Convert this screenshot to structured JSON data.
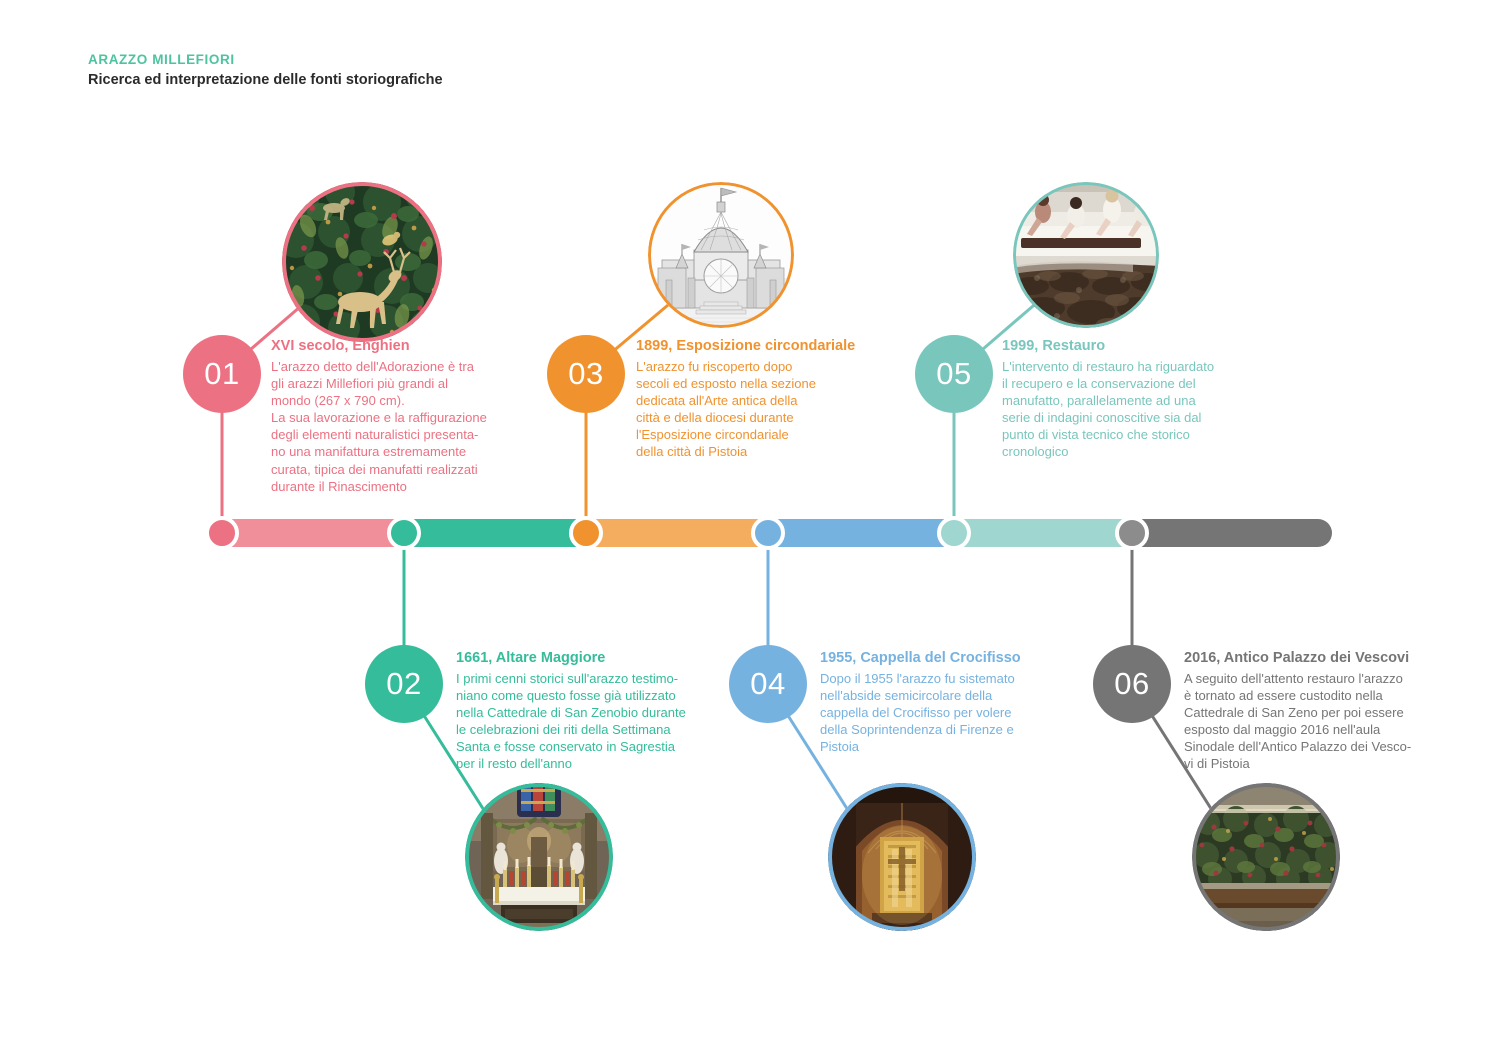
{
  "header": {
    "kicker": "ARAZZO MILLEFIORI",
    "title": "Ricerca ed interpretazione delle fonti storiografiche"
  },
  "colors": {
    "pink": "#EC7182",
    "pink_light": "#F08E99",
    "green": "#34BC9B",
    "green_light": "#6FCBB4",
    "orange": "#F0922E",
    "orange_light": "#F4AC5F",
    "blue": "#76B2E0",
    "blue_light": "#95C3E8",
    "teal": "#79C6BD",
    "teal_light": "#9FD6D0",
    "gray": "#757575",
    "gray_light": "#8C8C8C",
    "kicker_teal": "#4EC3A0",
    "title_dark": "#2B2B2B"
  },
  "timeline": {
    "segments": [
      {
        "name": "segment-01",
        "color": "#F08E99"
      },
      {
        "name": "segment-02",
        "color": "#34BC9B"
      },
      {
        "name": "segment-03",
        "color": "#F4AC5F"
      },
      {
        "name": "segment-04",
        "color": "#76B2E0"
      },
      {
        "name": "segment-05",
        "color": "#9FD6D0"
      },
      {
        "name": "segment-06",
        "color": "#757575"
      }
    ]
  },
  "events": [
    {
      "number": "01",
      "title": "XVI secolo, Enghien",
      "body": "L'arazzo detto dell'Adorazione è tra\ngli arazzi Millefiori più grandi al\nmondo (267 x 790 cm).\nLa sua lavorazione e la raffigurazione\ndegli elementi naturalistici presenta-\nno una manifattura estremamente\ncurata, tipica dei manufatti realizzati\ndurante il Rinascimento",
      "color": "#EC7182",
      "position": "above",
      "image_name": "tapestry-millefiori-deer-photo"
    },
    {
      "number": "02",
      "title": "1661, Altare Maggiore",
      "body": "I primi cenni storici sull'arazzo testimo-\nniano come questo fosse già utilizzato\nnella Cattedrale di San Zenobio durante\nle celebrazioni dei riti della Settimana\nSanta e fosse conservato in Sagrestia\nper il resto dell'anno",
      "color": "#34BC9B",
      "position": "below",
      "image_name": "cathedral-high-altar-photo"
    },
    {
      "number": "03",
      "title": "1899, Esposizione circondariale",
      "body": "L'arazzo fu riscoperto dopo\nsecoli ed esposto nella sezione\ndedicata all'Arte antica della\ncittà e della diocesi durante\nl'Esposizione circondariale\ndella città di Pistoia",
      "color": "#F0922E",
      "position": "above",
      "image_name": "exhibition-pavilion-engraving-photo"
    },
    {
      "number": "04",
      "title": "1955, Cappella del Crocifisso",
      "body": "Dopo il 1955 l'arazzo fu sistemato\nnell'abside semicircolare della\ncappella del Crocifisso per volere\ndella Soprintendenza di Firenze e\nPistoia",
      "color": "#76B2E0",
      "position": "below",
      "image_name": "crucifix-chapel-apse-photo"
    },
    {
      "number": "05",
      "title": "1999, Restauro",
      "body": "L'intervento di restauro ha riguardato\nil recupero e la conservazione del\nmanufatto, parallelamente ad una\nserie di indagini conoscitive sia dal\npunto di vista tecnico che storico\ncronologico",
      "color": "#79C6BD",
      "position": "above",
      "image_name": "tapestry-restoration-workshop-photo"
    },
    {
      "number": "06",
      "title": "2016, Antico Palazzo dei Vescovi",
      "body": "A seguito dell'attento restauro l'arazzo\nè tornato ad essere custodito nella\nCattedrale di San Zeno per poi essere\nesposto dal maggio 2016 nell'aula\nSinodale dell'Antico Palazzo dei Vesco-\nvi di Pistoia",
      "color": "#757575",
      "position": "below",
      "image_name": "synodal-hall-tapestry-display-photo"
    }
  ]
}
